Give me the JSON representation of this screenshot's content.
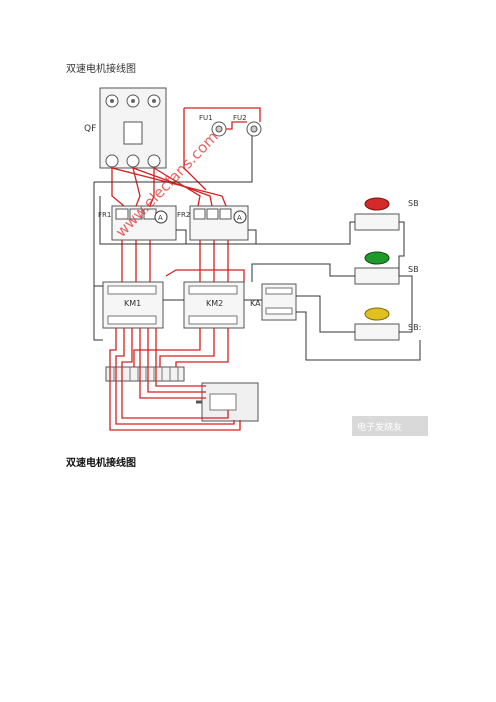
{
  "page": {
    "title_top": "双速电机接线图",
    "title_bottom": "双速电机接线图"
  },
  "labels": {
    "qf": "QF",
    "fu1": "FU1",
    "fu2": "FU2",
    "fr1": "FR1",
    "fr2": "FR2",
    "km1": "KM1",
    "km2": "KM2",
    "ka": "KA",
    "ammeter": "A",
    "sb1": "SB",
    "sb2": "SB",
    "sb3": "SB:"
  },
  "watermark": {
    "text": "www.elecfans.com",
    "logo_text": "电子发烧友"
  },
  "colors": {
    "wire_red": "#d42020",
    "wire_dark": "#333333",
    "button_red": "#d42a2a",
    "button_green": "#1f9a2a",
    "button_yellow": "#e0c020",
    "watermark": "#e03030"
  }
}
